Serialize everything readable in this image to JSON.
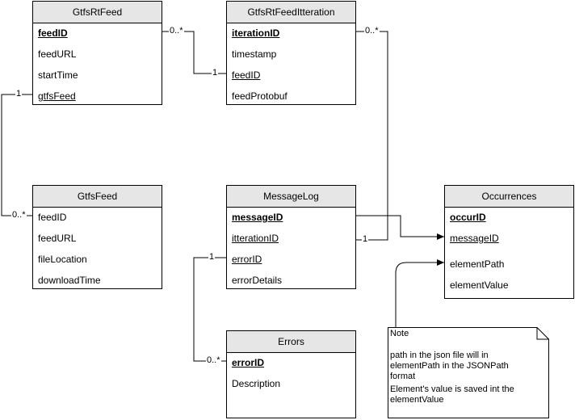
{
  "entities": {
    "gtfsrtfeed": {
      "title": "GtfsRtFeed",
      "fields": [
        "feedID",
        "feedURL",
        "startTime",
        "gtfsFeed"
      ]
    },
    "iteration": {
      "title": "GtfsRtFeedItteration",
      "fields": [
        "iterationID",
        "timestamp",
        "feedID",
        "feedProtobuf"
      ]
    },
    "gtfsfeed": {
      "title": "GtfsFeed",
      "fields": [
        "feedID",
        "feedURL",
        "fileLocation",
        "downloadTime"
      ]
    },
    "messagelog": {
      "title": "MessageLog",
      "fields": [
        "messageID",
        "itterationID",
        "errorID",
        "errorDetails"
      ]
    },
    "occurrences": {
      "title": "Occurrences",
      "fields": [
        "occurID",
        "messageID",
        "elementPath",
        "elementValue"
      ]
    },
    "errors": {
      "title": "Errors",
      "fields": [
        "errorID",
        "Description"
      ]
    }
  },
  "multiplicities": {
    "rtfeed_iter_many": "0..*",
    "rtfeed_iter_one": "1",
    "rtfeed_gtfs_one": "1",
    "rtfeed_gtfs_many": "0..*",
    "iter_msg_many": "0..*",
    "iter_msg_one": "1",
    "msg_err_one": "1",
    "msg_err_many": "0..*"
  },
  "note": {
    "title": "Note",
    "lines": [
      "path in the json file will in",
      "elementPath in the JSONPath",
      "format",
      "Element's value is saved int the",
      "elementValue"
    ]
  }
}
